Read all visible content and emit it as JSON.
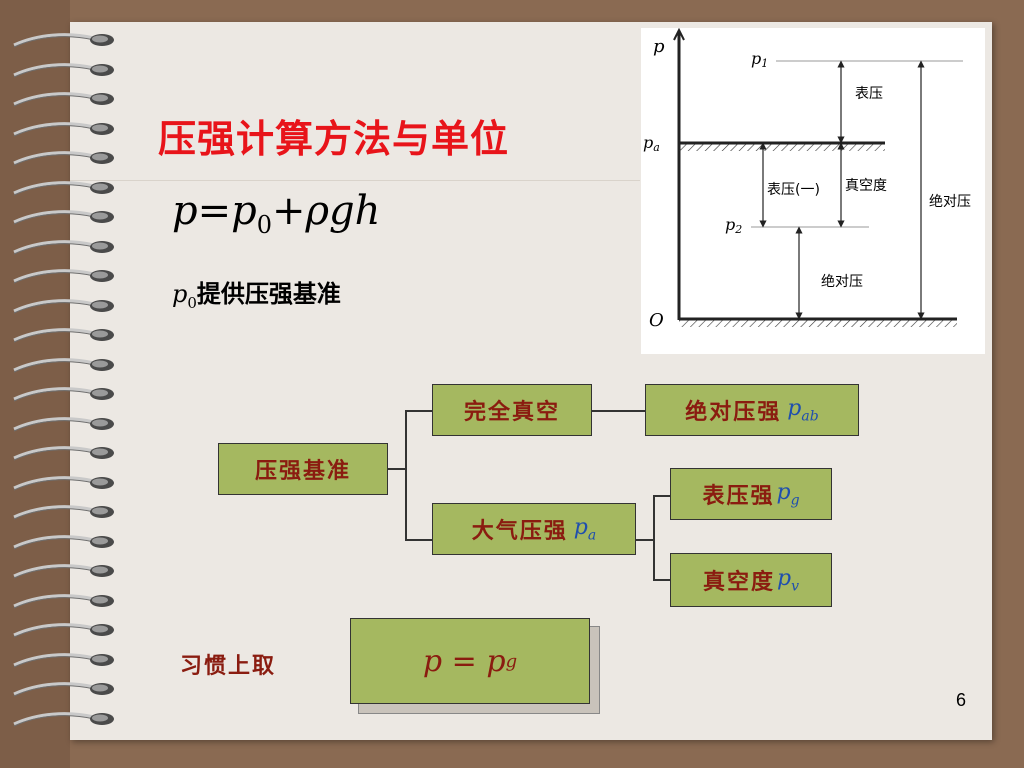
{
  "slide": {
    "title": "压强计算方法与单位",
    "formula": {
      "lhs": "p",
      "eq": "=",
      "base": "p",
      "base_sub": "0",
      "plus": "+",
      "term": "ρgh"
    },
    "baseline_note": {
      "sym": "p",
      "sub": "0",
      "text": "提供压强基准"
    },
    "page_number": "6"
  },
  "tree": {
    "root": "压强基准",
    "absolute_vacuum": "完全真空",
    "absolute_pressure": {
      "text": "绝对压强",
      "sym": "p",
      "sub": "ab"
    },
    "atmospheric": {
      "text": "大气压强",
      "sym": "p",
      "sub": "a"
    },
    "gauge": {
      "text": "表压强",
      "sym": "p",
      "sub": "g"
    },
    "vacuum": {
      "text": "真空度",
      "sym": "p",
      "sub": "v"
    }
  },
  "habit": {
    "label": "习惯上取",
    "lhs": "p",
    "eq": "=",
    "rhs": "p",
    "rhs_sub": "g"
  },
  "diagram": {
    "axis_p": "p",
    "origin": "O",
    "p1": "p",
    "p1_sub": "1",
    "pa": "p",
    "pa_sub": "a",
    "p2": "p",
    "p2_sub": "2",
    "gauge_label": "表压",
    "gauge_neg_label": "表压(一)",
    "vacuum_label": "真空度",
    "abs_label_right": "绝对压",
    "abs_label_bottom": "绝对压"
  },
  "colors": {
    "title": "#e8141a",
    "box_fill": "#a5b860",
    "box_text": "#8a1c10",
    "symbol": "#1f4fae",
    "background": "#ece8e3"
  }
}
